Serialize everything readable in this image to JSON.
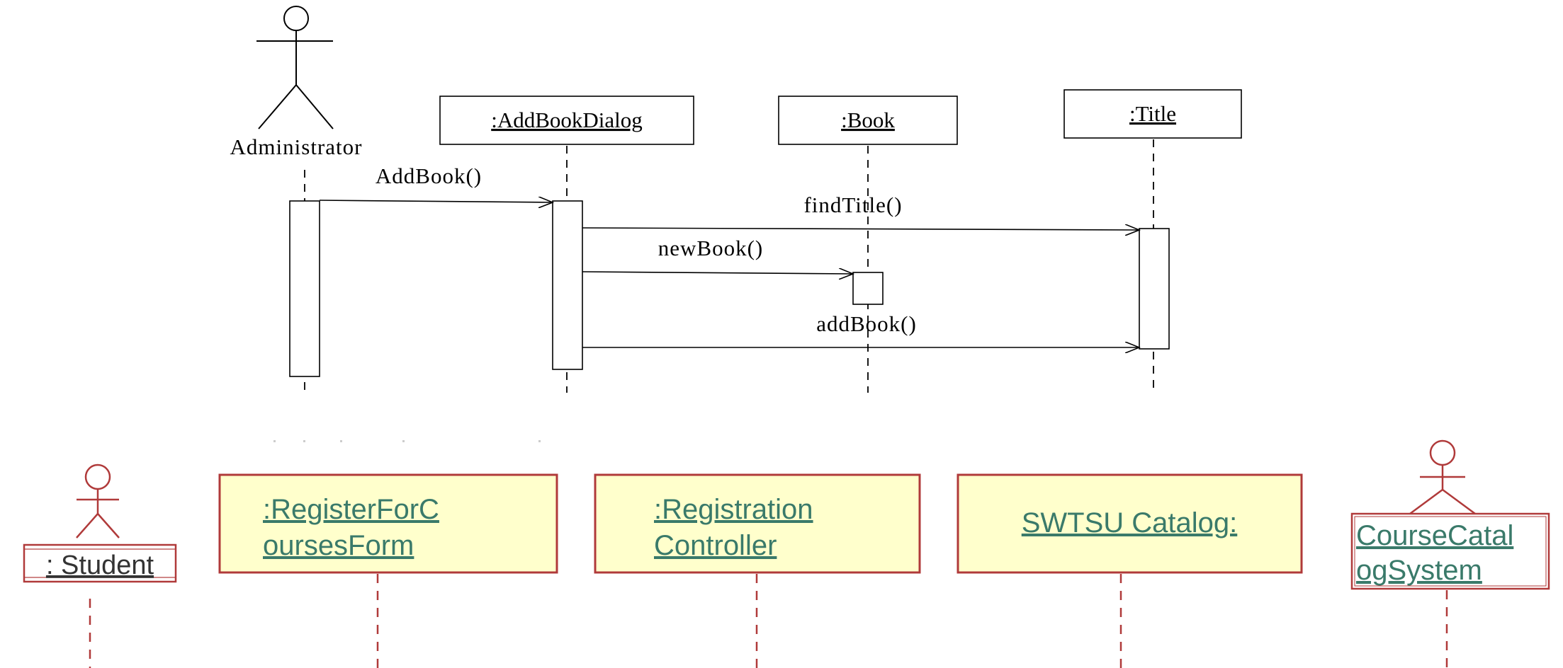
{
  "top_diagram": {
    "actor": {
      "name": "Administrator"
    },
    "objects": [
      {
        "id": "addbookdialog",
        "label": ":AddBookDialog"
      },
      {
        "id": "book",
        "label": ":Book"
      },
      {
        "id": "title",
        "label": ":Title"
      }
    ],
    "messages": [
      {
        "id": "addbook",
        "label": "AddBook()",
        "from": "Administrator",
        "to": ":AddBookDialog"
      },
      {
        "id": "findtitle",
        "label": "findTitle()",
        "from": ":AddBookDialog",
        "to": ":Title"
      },
      {
        "id": "newbook",
        "label": "newBook()",
        "from": ":AddBookDialog",
        "to": ":Book"
      },
      {
        "id": "addbook2",
        "label": "addBook()",
        "from": ":AddBookDialog",
        "to": ":Title"
      }
    ]
  },
  "bottom_diagram": {
    "actors": [
      {
        "id": "student",
        "label": ": Student"
      },
      {
        "id": "coursecatalog",
        "label_line1": "CourseCatal",
        "label_line2": "ogSystem"
      }
    ],
    "objects": [
      {
        "id": "registerform",
        "label_line1": ":RegisterForC",
        "label_line2": "oursesForm"
      },
      {
        "id": "regcontroller",
        "label_line1": ":Registration",
        "label_line2": "Controller"
      },
      {
        "id": "swtsucatalog",
        "label": "SWTSU Catalog:"
      }
    ]
  },
  "colors": {
    "line": "#000000",
    "uml_red": "#b03a3a",
    "object_fill": "#ffffcc",
    "object_text": "#3a7a6a"
  }
}
